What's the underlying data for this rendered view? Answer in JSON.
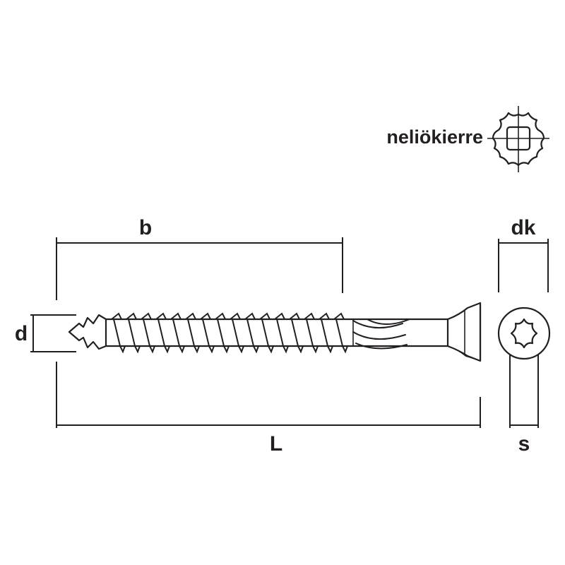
{
  "labels": {
    "b": "b",
    "d": "d",
    "L": "L",
    "dk": "dk",
    "s": "s",
    "drive_note": "neliökierre"
  },
  "colors": {
    "ink": "#231f20",
    "background": "#ffffff"
  },
  "icons": {
    "drive": "square-drive-icon",
    "head": "torx-head-icon"
  }
}
